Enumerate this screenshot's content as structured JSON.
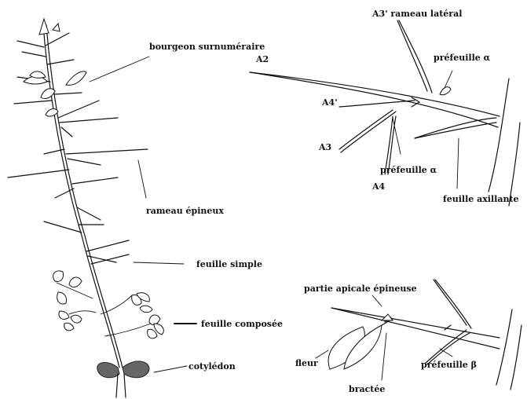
{
  "labels": {
    "bourgeon": "bourgeon surnuméraire",
    "rameau_epineux": "rameau épineux",
    "feuille_simple": "feuille simple",
    "feuille_composee": "feuille composée",
    "cotyledon": "cotylédon",
    "a3prime": "A3'  rameau latéral",
    "a2": "A2",
    "prefeuille_alpha_top": "préfeuille  α",
    "a4prime": "A4'",
    "a3": "A3",
    "a4": "A4",
    "prefeuille_alpha_mid": "préfeuille α",
    "feuille_axillante": "feuille axillante",
    "partie_apicale": "partie apicale épineuse",
    "fleur": "fleur",
    "bractee": "bractée",
    "prefeuille_beta": "préfeuille  β"
  }
}
